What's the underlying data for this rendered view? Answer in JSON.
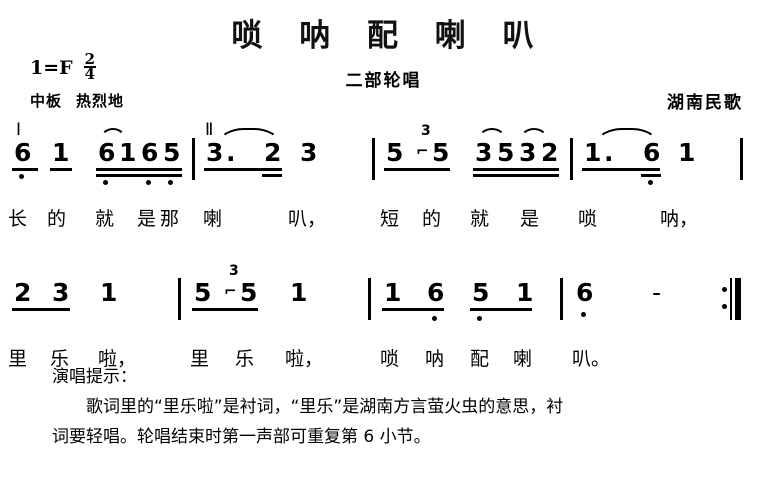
{
  "sheet": {
    "title": "唢  呐  配  喇  叭",
    "subtitle": "二部轮唱",
    "key_signature": "1=F",
    "meter_numerator": "2",
    "meter_denominator": "4",
    "tempo_mark": "中板",
    "expression_mark": "热烈地",
    "attribution": "湖南民歌",
    "voice_marker_1": "Ⅰ",
    "voice_marker_2": "Ⅱ"
  },
  "systems": [
    {
      "id": "system-1",
      "notes": [
        {
          "t": "6",
          "dot_below": true
        },
        {
          "t": "1"
        },
        {
          "t": "6",
          "dot_below": true
        },
        {
          "t": "1"
        },
        {
          "t": "6",
          "dot_below": true
        },
        {
          "t": "5",
          "dot_below": true
        },
        {
          "t": "3",
          "dotted": true
        },
        {
          "t": "2"
        },
        {
          "t": "3"
        },
        {
          "t": "5",
          "grace": "3"
        },
        {
          "t": "5"
        },
        {
          "t": "3"
        },
        {
          "t": "5"
        },
        {
          "t": "3"
        },
        {
          "t": "2"
        },
        {
          "t": "1",
          "dotted": true
        },
        {
          "t": "6",
          "dot_below": true
        },
        {
          "t": "1"
        }
      ],
      "lyrics": [
        "长",
        "的",
        "就",
        "是",
        "那",
        "喇",
        "叭，",
        "短",
        "的",
        "就",
        "是",
        "唢",
        "呐，"
      ]
    },
    {
      "id": "system-2",
      "notes": [
        {
          "t": "2"
        },
        {
          "t": "3"
        },
        {
          "t": "1"
        },
        {
          "t": "5",
          "grace": "3"
        },
        {
          "t": "5"
        },
        {
          "t": "1"
        },
        {
          "t": "1"
        },
        {
          "t": "6",
          "dot_below": true
        },
        {
          "t": "5",
          "dot_below": true
        },
        {
          "t": "1"
        },
        {
          "t": "6",
          "dot_below": true
        },
        {
          "t": "-"
        }
      ],
      "lyrics": [
        "里",
        "乐",
        "啦，",
        "里",
        "乐",
        "啦，",
        "唢",
        "呐",
        "配",
        "喇",
        "叭。"
      ]
    }
  ],
  "footer": {
    "heading": "演唱提示：",
    "line1": "歌词里的“里乐啦”是衬词，“里乐”是湖南方言萤火虫的意思，衬",
    "line2": "词要轻唱。轮唱结束时第一声部可重复第 6 小节。"
  },
  "colors": {
    "ink": "#000000",
    "paper": "#ffffff"
  }
}
